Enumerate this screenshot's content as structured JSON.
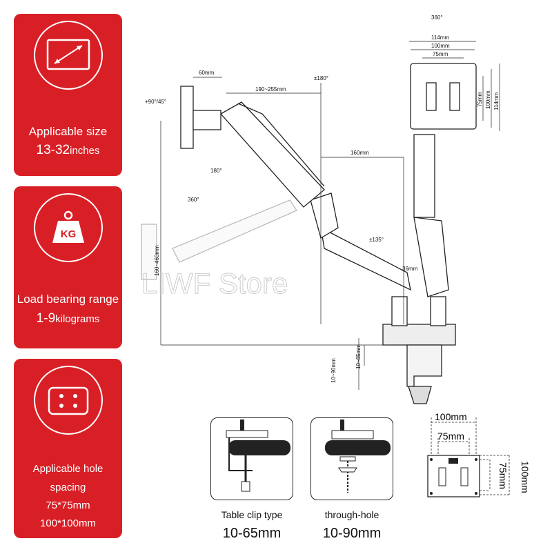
{
  "watermark": "LIWF Store",
  "cards": [
    {
      "label1": "Applicable size",
      "value": "13-32",
      "unit": "inches"
    },
    {
      "label1": "Load bearing range",
      "value": "1-9",
      "unit": "kilograms",
      "icon_text": "KG"
    },
    {
      "label1": "Applicable hole",
      "label2": "spacing",
      "label3": "75*75mm",
      "label4": "100*100mm"
    }
  ],
  "dims": {
    "rot360_top": "360°",
    "d114": "114mm",
    "d100": "100mm",
    "d75": "75mm",
    "v75": "75mm",
    "v100": "100mm",
    "v114": "114mm",
    "d60": "60mm",
    "tilt": "+90°/45°",
    "reach": "190~255mm",
    "rot180a": "±180°",
    "rot180b": "180°",
    "rot360b": "360°",
    "height": "160~460mm",
    "d160": "160mm",
    "rot135": "±135°",
    "d36": "36mm",
    "clamp1": "10~90mm",
    "clamp2": "10~65mm"
  },
  "mount_types": [
    {
      "name": "Table clip type",
      "range": "10-65mm"
    },
    {
      "name": "through-hole",
      "range": "10-90mm"
    }
  ],
  "vesa": {
    "w100": "100mm",
    "w75": "75mm",
    "h75": "75mm",
    "h100": "100mm"
  }
}
